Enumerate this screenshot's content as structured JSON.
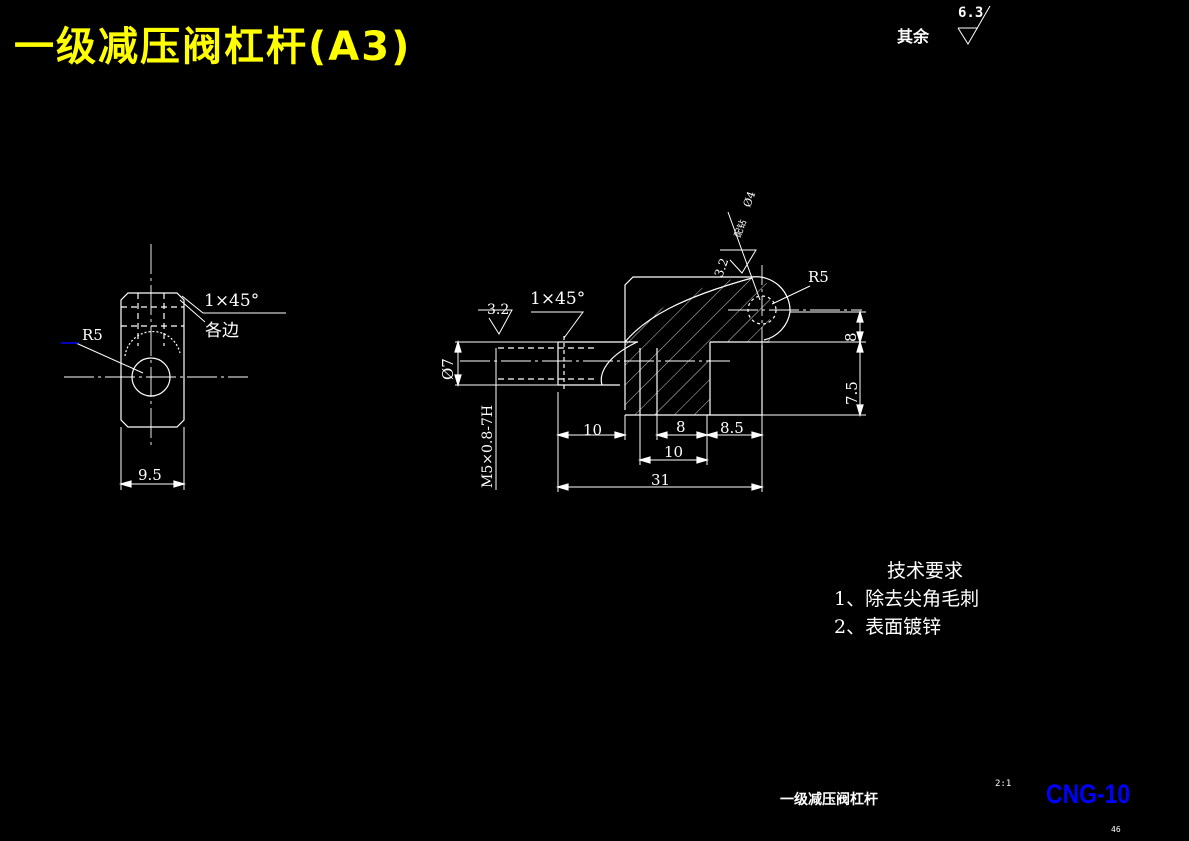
{
  "title": "一级减压阀杠杆(A3)",
  "roughness_note": {
    "label": "其余",
    "value": "6.3"
  },
  "left_view": {
    "chamfer": "1×45°",
    "chamfer_note": "各边",
    "radius": "R5",
    "width_dim": "9.5"
  },
  "main_view": {
    "roughness_value": "3.2",
    "chamfer": "1×45°",
    "hole_roughness": "3.2",
    "hole_dim": "Ø4",
    "hole_note": "配钻",
    "radius": "R5",
    "dia_label": "Ø7",
    "thread_label": "M5×0.8-7H",
    "dims": {
      "d10a": "10",
      "d8a": "8",
      "d8_5": "8.5",
      "d10b": "10",
      "d31": "31",
      "v8": "8",
      "v7_5": "7.5"
    }
  },
  "tech_requirements": {
    "heading": "技术要求",
    "items": [
      "1、除去尖角毛刺",
      "2、表面镀锌"
    ]
  },
  "title_block": {
    "name": "一级减压阀杠杆",
    "scale": "2:1",
    "code": "CNG-10",
    "sheet": "46"
  },
  "colors": {
    "title": "#ffff00",
    "lines": "#ffffff",
    "code": "#0000ff",
    "leader_accent": "#0000ff"
  }
}
